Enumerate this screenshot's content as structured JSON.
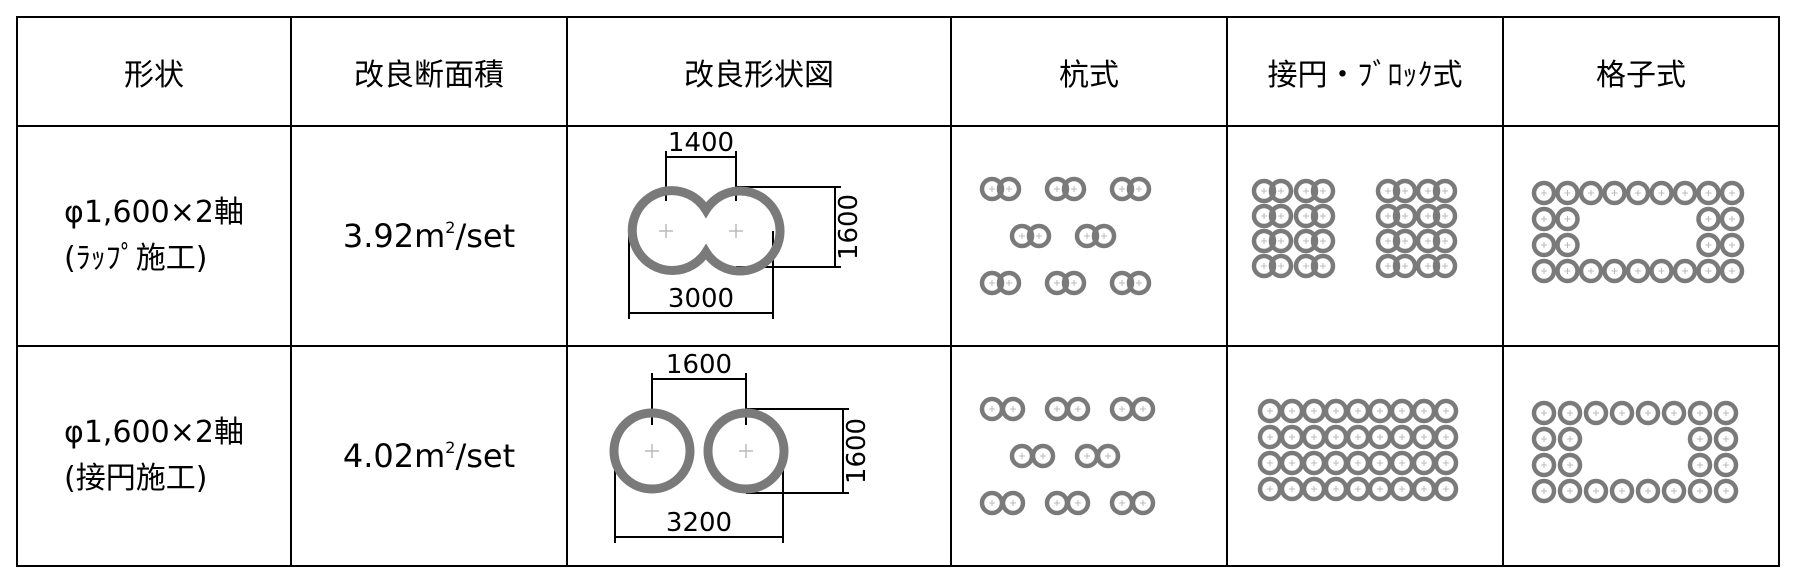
{
  "headers": [
    "形状",
    "改良断面積",
    "改良形状図",
    "杭式",
    "接円・ﾌﾞﾛｯｸ式",
    "格子式"
  ],
  "rows": [
    {
      "shape_line1": "φ1,600×2軸",
      "shape_line2": "(ﾗｯﾌﾟ施工)",
      "area_value": "3.92m",
      "area_sup": "2",
      "area_unit": "/set",
      "dim_spacing": "1400",
      "dim_total": "3000",
      "dim_height": "1600"
    },
    {
      "shape_line1": "φ1,600×2軸",
      "shape_line2": "(接円施工)",
      "area_value": "4.02m",
      "area_sup": "2",
      "area_unit": "/set",
      "dim_spacing": "1600",
      "dim_total": "3200",
      "dim_height": "1600"
    }
  ],
  "colors": {
    "border": "#000000",
    "pile": "#7a7a7a",
    "center_mark": "#bbbbbb"
  }
}
